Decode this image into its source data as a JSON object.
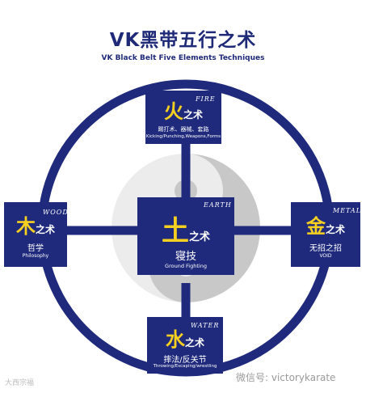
{
  "header": {
    "title": "VK黑带五行之术",
    "subtitle": "VK Black Belt  Five Elements  Techniques"
  },
  "colors": {
    "navy": "#1f2a7c",
    "gold": "#f5d020",
    "yinyang_gray": "#c8c8c8"
  },
  "elements": {
    "fire": {
      "char": "火",
      "suffix": "之术",
      "eng": "FIRE",
      "zh": "踢打术、器械、套路",
      "en": "Kicking/Punching,Weapons,Forms"
    },
    "earth": {
      "char": "土",
      "suffix": "之术",
      "eng": "EARTH",
      "zh": "寝技",
      "en": "Ground Fighting"
    },
    "wood": {
      "char": "木",
      "suffix": "之术",
      "eng": "WOOD",
      "zh": "哲学",
      "en": "Philosophy"
    },
    "metal": {
      "char": "金",
      "suffix": "之术",
      "eng": "METAL",
      "zh": "无招之招",
      "en": "VOID"
    },
    "water": {
      "char": "水",
      "suffix": "之术",
      "eng": "WATER",
      "zh": "摔法/反关节",
      "en": "Throwing/Escaping/wrestling"
    }
  },
  "watermark": {
    "left": "大西宗福",
    "right": "微信号: victorykarate"
  }
}
